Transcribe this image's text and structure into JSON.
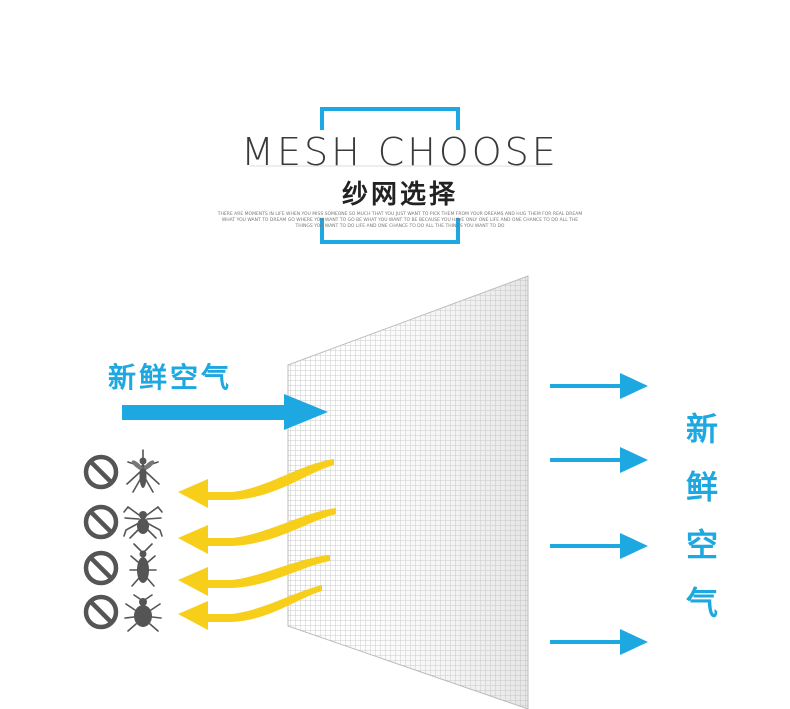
{
  "header": {
    "title_en": "MESH CHOOSE",
    "title_cn": "纱网选择",
    "fine_print": "THERE ARE MOMENTS IN LIFE WHEN YOU MISS SOMEONE SO MUCH THAT YOU JUST WANT TO PICK THEM FROM YOUR DREAMS AND HUG THEM FOR REAL DREAM WHAT YOU WANT TO DREAM GO WHERE YOU WANT TO GO BE WHAT YOU WANT TO BE BECAUSE YOU HAVE ONLY ONE LIFE AND ONE CHANCE TO DO ALL THE THINGS YOU WANT TO DO LIFE AND ONE CHANCE TO DO ALL THE THINGS YOU WANT TO DO"
  },
  "left_label": "新鲜空气",
  "right_label": [
    "新",
    "鲜",
    "空",
    "气"
  ],
  "blocked_insects": [
    {
      "icon": "mosquito-icon"
    },
    {
      "icon": "spider-icon"
    },
    {
      "icon": "cockroach-icon"
    },
    {
      "icon": "beetle-icon"
    }
  ],
  "colors": {
    "accent_blue": "#1ea8e1",
    "arrow_yellow": "#f7cf1b",
    "icon_gray": "#555555"
  }
}
